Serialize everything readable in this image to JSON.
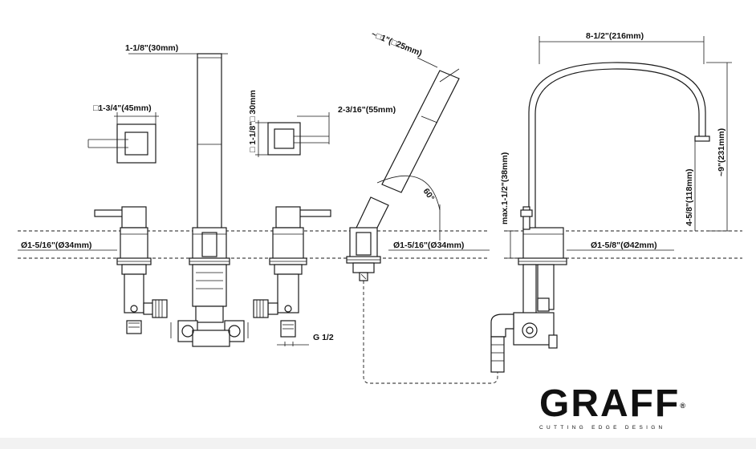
{
  "dimensions": {
    "stem_width": "1-1/8\"(30mm)",
    "handle_square_left": "□1-3/4\"(45mm)",
    "handle_square_side": "□ 1-1/8\"□ 30mm",
    "handle_length": "2-3/16\"(55mm)",
    "handshower_square": "~□1\"(□25mm)",
    "handshower_angle": "60°",
    "base_diameter_left": "Ø1-5/16\"(Ø34mm)",
    "base_diameter_mid": "Ø1-5/16\"(Ø34mm)",
    "base_diameter_spout": "Ø1-5/8\"(Ø42mm)",
    "spout_reach": "8-1/2\"(216mm)",
    "spout_height_total": "~9\"(231mm)",
    "spout_outlet_height": "4-5/8\"(118mm)",
    "max_deck": "max.1-1/2\"(38mm)",
    "connection": "G 1/2"
  },
  "brand": {
    "name": "GRAFF",
    "registered": "®",
    "tagline": "CUTTING EDGE DESIGN"
  }
}
